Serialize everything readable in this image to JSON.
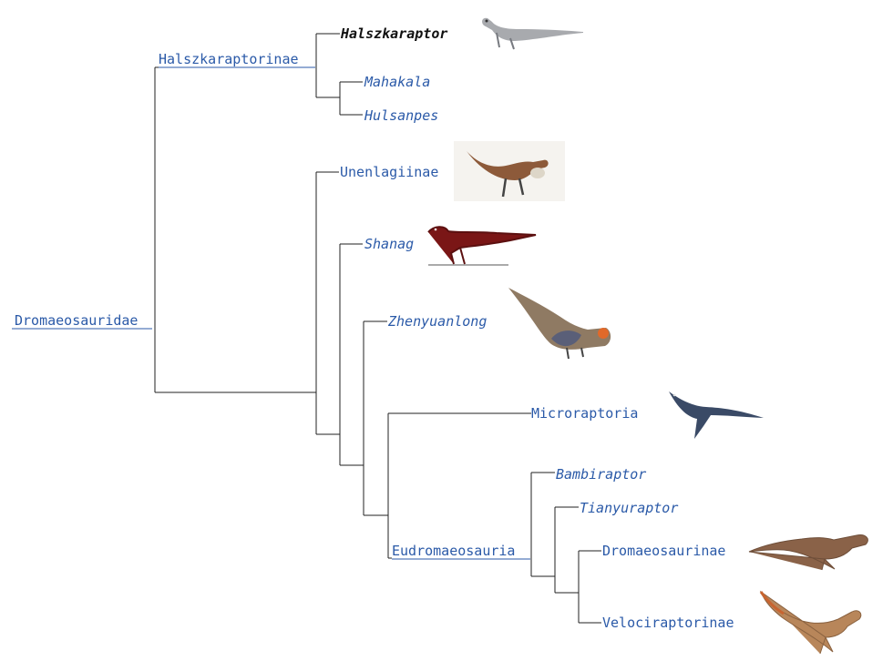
{
  "taxa": {
    "dromaeosauridae": "Dromaeosauridae",
    "halszkaraptorinae": "Halszkaraptorinae",
    "halszkaraptor": "Halszkaraptor",
    "mahakala": "Mahakala",
    "hulsanpes": "Hulsanpes",
    "unenlagiinae": "Unenlagiinae",
    "shanag": "Shanag",
    "zhenyuanlong": "Zhenyuanlong",
    "microraptoria": "Microraptoria",
    "eudromaeosauria": "Eudromaeosauria",
    "bambiraptor": "Bambiraptor",
    "tianyuraptor": "Tianyuraptor",
    "dromaeosaurinae": "Dromaeosaurinae",
    "velociraptorinae": "Velociraptorinae"
  },
  "colors": {
    "link": "#2b5aa8",
    "branch": "#222222",
    "current": "#111111"
  },
  "illustrations": [
    "halszkaraptor-illustration",
    "unenlagiine-illustration",
    "shanag-illustration",
    "zhenyuanlong-illustration",
    "microraptor-illustration",
    "dromaeosaurine-illustration",
    "velociraptorine-illustration"
  ]
}
